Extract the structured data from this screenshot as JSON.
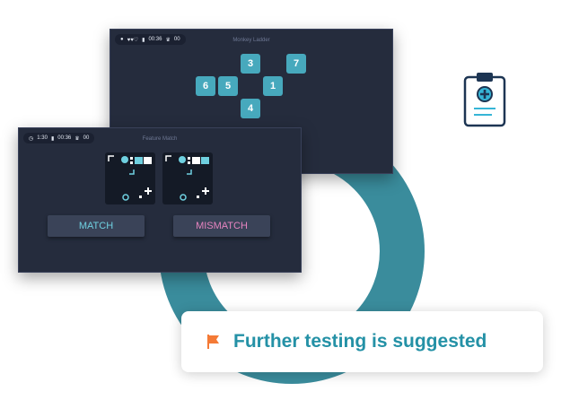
{
  "monkey_ladder": {
    "title": "Monkey Ladder",
    "hud": {
      "lives": "♥♥♡",
      "timer": "00:36",
      "score": "00"
    },
    "tiles": [
      "3",
      "7",
      "6",
      "5",
      "1",
      "4"
    ]
  },
  "feature_match": {
    "title": "Feature Match",
    "hud": {
      "clock": "1:30",
      "timer": "00:36",
      "score": "00"
    },
    "match_label": "MATCH",
    "mismatch_label": "MISMATCH"
  },
  "banner": {
    "message": "Further testing is suggested",
    "flag_color": "#f47a36"
  },
  "colors": {
    "ring": "#3a8c9c",
    "tile": "#47a9bd",
    "screen": "#252c3d",
    "accent": "#2491a6"
  },
  "icons": {
    "clipboard": "medical-clipboard-icon",
    "flag": "flag-icon"
  }
}
